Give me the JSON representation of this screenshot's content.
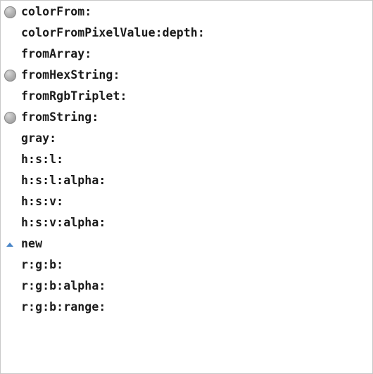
{
  "methods": [
    {
      "label": "colorFrom:",
      "icon": "circle-marker-icon"
    },
    {
      "label": "colorFromPixelValue:depth:",
      "icon": null
    },
    {
      "label": "fromArray:",
      "icon": null
    },
    {
      "label": "fromHexString:",
      "icon": "circle-marker-icon"
    },
    {
      "label": "fromRgbTriplet:",
      "icon": null
    },
    {
      "label": "fromString:",
      "icon": "circle-marker-icon"
    },
    {
      "label": "gray:",
      "icon": null
    },
    {
      "label": "h:s:l:",
      "icon": null
    },
    {
      "label": "h:s:l:alpha:",
      "icon": null
    },
    {
      "label": "h:s:v:",
      "icon": null
    },
    {
      "label": "h:s:v:alpha:",
      "icon": null
    },
    {
      "label": "new",
      "icon": "override-up-arrow-icon"
    },
    {
      "label": "r:g:b:",
      "icon": null
    },
    {
      "label": "r:g:b:alpha:",
      "icon": null
    },
    {
      "label": "r:g:b:range:",
      "icon": null
    }
  ],
  "colors": {
    "marker_gray": "#a8a8a8",
    "override_blue": "#4a86c8",
    "text": "#1a1a1a",
    "border": "#c9c9c9"
  }
}
